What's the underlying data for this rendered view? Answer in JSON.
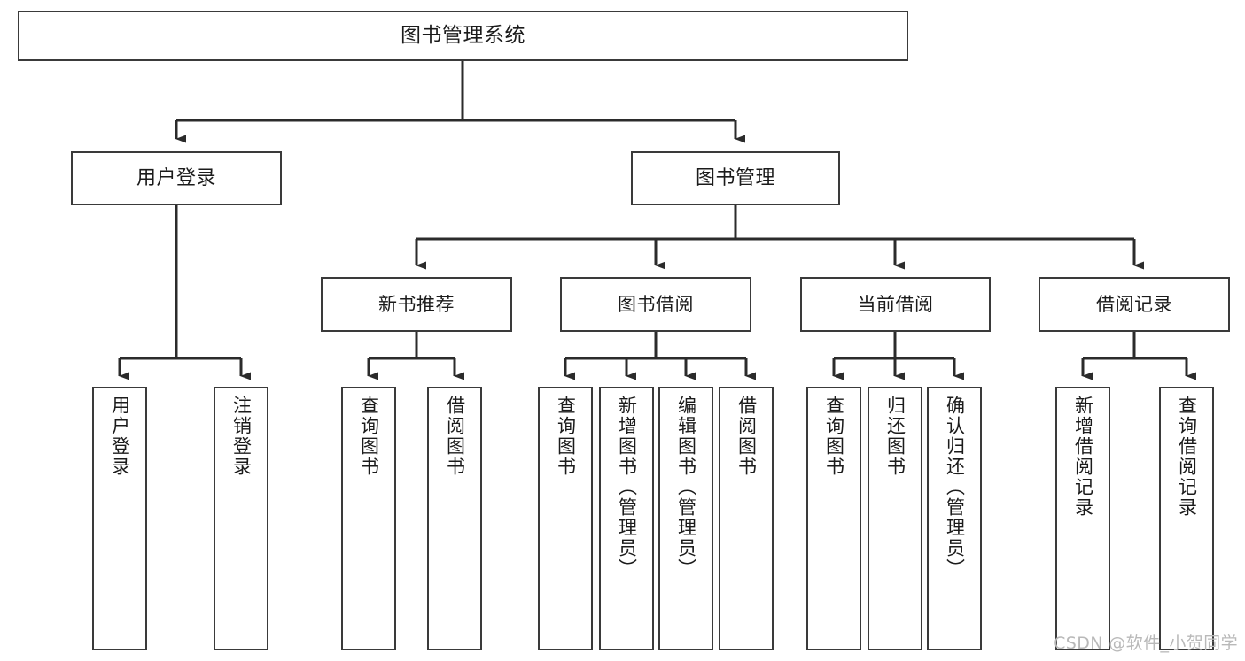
{
  "diagram": {
    "title": "图书管理系统",
    "type": "tree",
    "watermark": "CSDN @软件_小贺同学",
    "colors": {
      "box_border": "#3a3a3a",
      "box_fill": "#ffffff",
      "connector": "#2b2b2b",
      "text": "#1b1b1b",
      "watermark": "#b9b9b9",
      "background": "#ffffff"
    },
    "root": {
      "label": "图书管理系统"
    },
    "level1": [
      {
        "label": "用户登录"
      },
      {
        "label": "图书管理"
      }
    ],
    "level2": [
      {
        "label": "新书推荐",
        "parent": "图书管理"
      },
      {
        "label": "图书借阅",
        "parent": "图书管理"
      },
      {
        "label": "当前借阅",
        "parent": "图书管理"
      },
      {
        "label": "借阅记录",
        "parent": "图书管理"
      }
    ],
    "leaves": {
      "用户登录": [
        {
          "label": "用户登录"
        },
        {
          "label": "注销登录"
        }
      ],
      "新书推荐": [
        {
          "label": "查询图书"
        },
        {
          "label": "借阅图书"
        }
      ],
      "图书借阅": [
        {
          "label": "查询图书"
        },
        {
          "label": "新增图书（管理员）"
        },
        {
          "label": "编辑图书（管理员）"
        },
        {
          "label": "借阅图书"
        }
      ],
      "当前借阅": [
        {
          "label": "查询图书"
        },
        {
          "label": "归还图书"
        },
        {
          "label": "确认归还（管理员）"
        }
      ],
      "借阅记录": [
        {
          "label": "新增借阅记录"
        },
        {
          "label": "查询借阅记录"
        }
      ]
    }
  }
}
